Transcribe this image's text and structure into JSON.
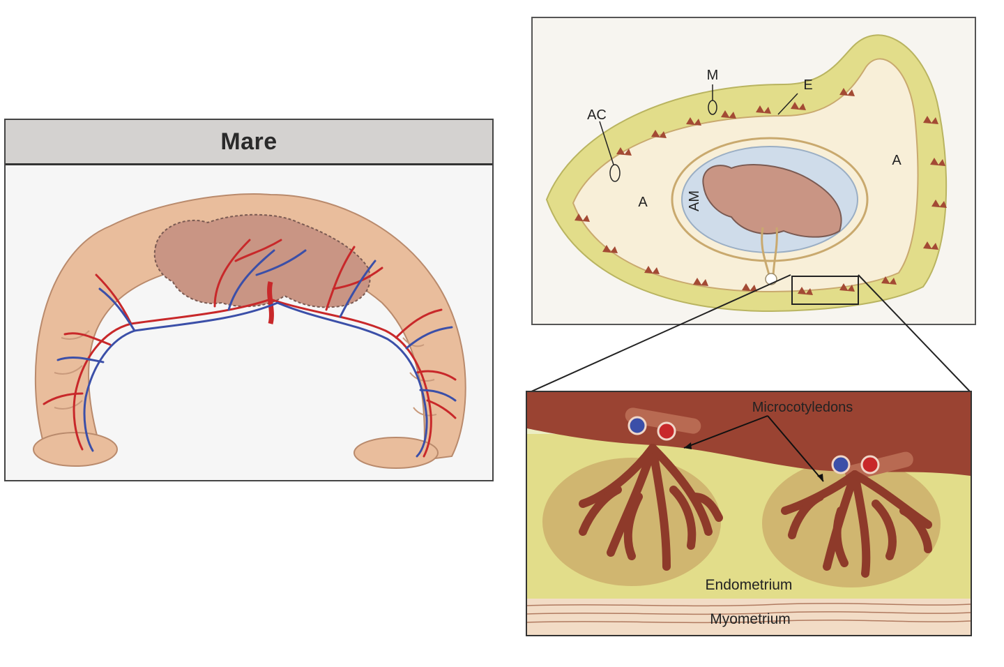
{
  "left_panel": {
    "title": "Mare"
  },
  "overview_labels": {
    "m": "M",
    "e": "E",
    "ac": "AC",
    "a_left": "A",
    "a_right": "A",
    "am": "AM"
  },
  "detail_labels": {
    "microcotyledons": "Microcotyledons",
    "endometrium": "Endometrium",
    "myometrium": "Myometrium"
  },
  "colors": {
    "artery": "#c8282a",
    "vein": "#3b4fa8",
    "placenta": "#e9bd9c",
    "fetus": "#c99584",
    "endometrium_band": "#e2dd8a",
    "villi": "#8e3a2a"
  }
}
